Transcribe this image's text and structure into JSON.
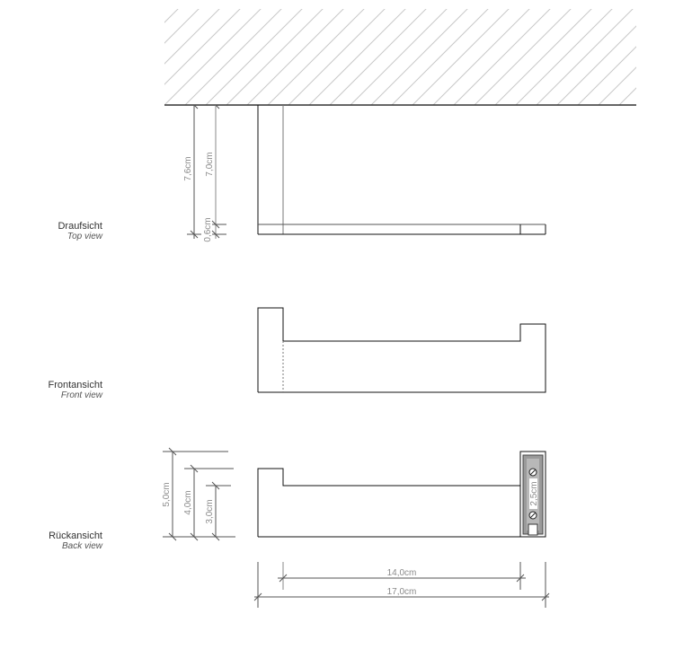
{
  "views": [
    {
      "id": "top",
      "label_de": "Draufsicht",
      "label_en": "Top view"
    },
    {
      "id": "front",
      "label_de": "Frontansicht",
      "label_en": "Front view"
    },
    {
      "id": "back",
      "label_de": "Rückansicht",
      "label_en": "Back view"
    }
  ],
  "dimensions": {
    "top_depth_total": "7,6cm",
    "top_depth_inner": "7,0cm",
    "top_thickness": "0,6cm",
    "back_height_total": "5,0cm",
    "back_height_mid": "4,0cm",
    "back_height_low": "3,0cm",
    "mount_plate": "2,5cm",
    "width_inner": "14,0cm",
    "width_total": "17,0cm"
  },
  "colors": {
    "outline": "#111111",
    "dimension_line": "#555555",
    "hatch": "#c8c8c8",
    "mount_plate_fill": "#9a9a9a"
  }
}
